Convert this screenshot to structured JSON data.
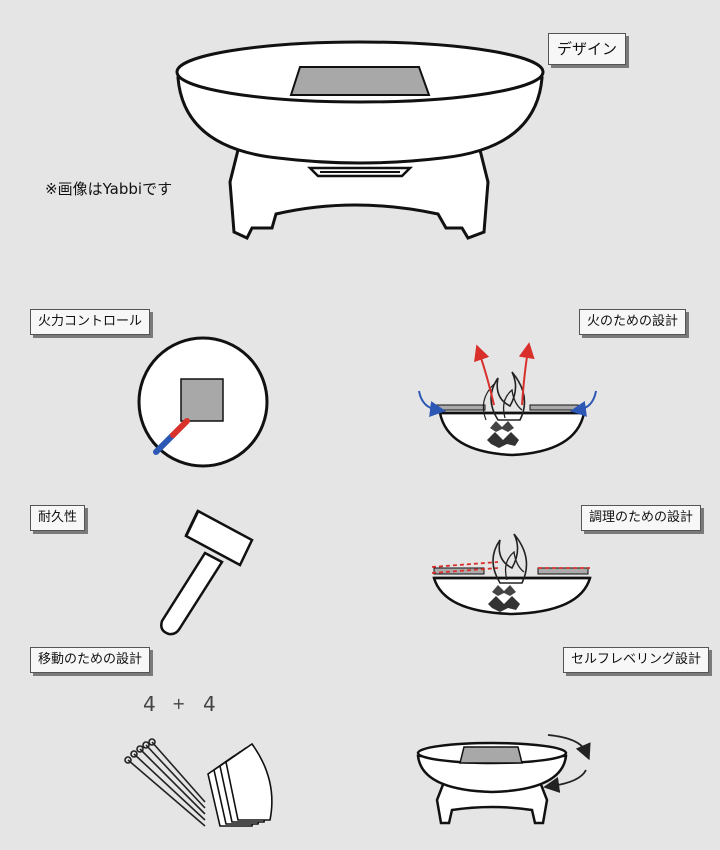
{
  "labels": {
    "design": "デザイン",
    "fire_control": "火力コントロール",
    "fire_design": "火のための設計",
    "durability": "耐久性",
    "cooking_design": "調理のための設計",
    "mobility_design": "移動のための設計",
    "self_leveling_design": "セルフレベリング設計"
  },
  "note": "※画像はYabbiです",
  "mobility": {
    "count_left": "4",
    "plus": "+",
    "count_right": "4"
  },
  "colors": {
    "background": "#e5e5e5",
    "red_arrow": "#d9302c",
    "blue_arrow": "#2c57b4",
    "pan": "#a8a8a8"
  }
}
